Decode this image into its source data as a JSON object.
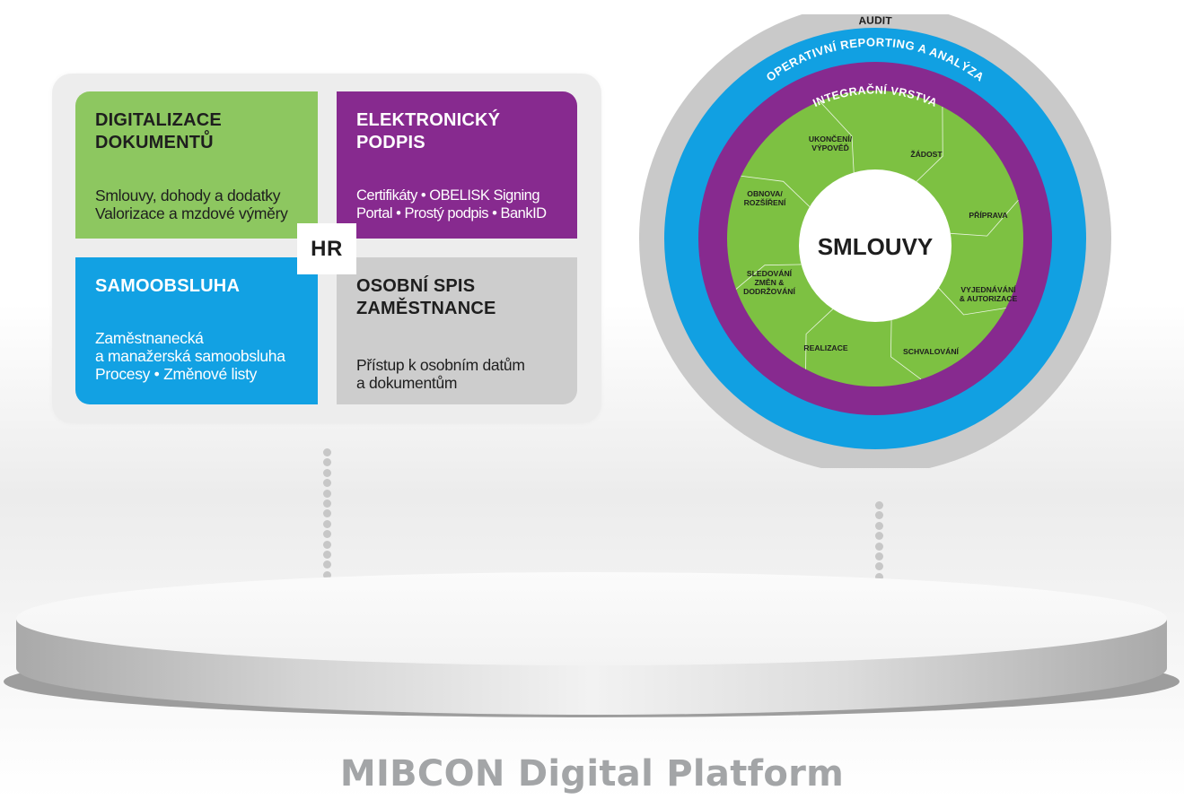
{
  "hr_module": {
    "badge": "HR",
    "tiles": {
      "digitalization": {
        "title": "DIGITALIZACE\nDOKUMENTŮ",
        "text": "Smlouvy, dohody a dodatky\nValorizace a mzdové výměry",
        "color": "#8dc760"
      },
      "e_signature": {
        "title": "ELEKTRONICKÝ\nPODPIS",
        "text": "Certifikáty • OBELISK Signing\nPortal • Prostý podpis • BankID",
        "color": "#872a8f"
      },
      "self_service": {
        "title": "SAMOOBSLUHA",
        "text": "Zaměstnanecká\na manažerská samoobsluha\nProcesy • Změnové listy",
        "color": "#12a1e3"
      },
      "personnel_file": {
        "title": "OSOBNÍ SPIS\nZAMĚSTNANCE",
        "text": "Přístup k osobním datům\na dokumentům",
        "color": "#cdcdcd"
      }
    }
  },
  "contracts_wheel": {
    "center": "SMLOUVY",
    "rings": {
      "outer": {
        "label": "AUDIT",
        "color": "#c9c9c9"
      },
      "reporting": {
        "label": "OPERATIVNÍ REPORTING A ANALÝZA",
        "color": "#11a0e2"
      },
      "integration": {
        "label": "INTEGRAČNÍ VRSTVA",
        "color": "#872a8f"
      },
      "lifecycle_color": "#7dc142"
    },
    "segments": [
      {
        "lines": [
          "UKONČENÍ/",
          "VÝPOVĚĎ"
        ]
      },
      {
        "lines": [
          "ŽÁDOST"
        ]
      },
      {
        "lines": [
          "PŘÍPRAVA"
        ]
      },
      {
        "lines": [
          "VYJEDNÁVÁNÍ",
          "& AUTORIZACE"
        ]
      },
      {
        "lines": [
          "SCHVALOVÁNÍ"
        ]
      },
      {
        "lines": [
          "REALIZACE"
        ]
      },
      {
        "lines": [
          "SLEDOVÁNÍ",
          "ZMĚN &",
          "DODRŽOVÁNÍ"
        ]
      },
      {
        "lines": [
          "OBNOVA/",
          "ROZŠÍŘENÍ"
        ]
      }
    ]
  },
  "platform": {
    "title": "MIBCON Digital Platform"
  }
}
